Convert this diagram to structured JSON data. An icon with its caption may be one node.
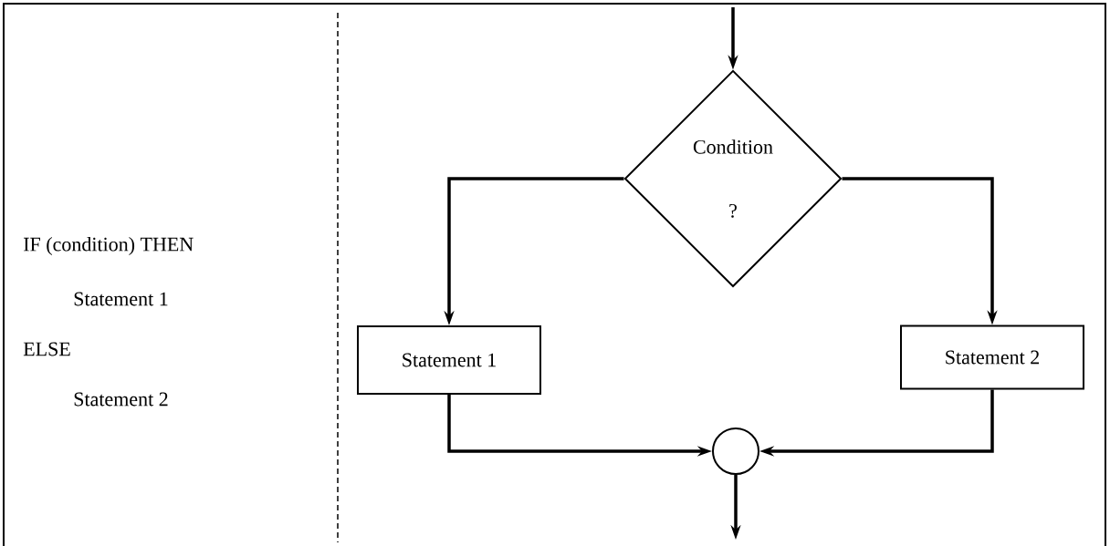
{
  "diagram": {
    "nodes": [
      {
        "text": [
          "Condition",
          "?"
        ]
      },
      {
        "text": [
          "Statement 1"
        ]
      },
      {
        "text": [
          "Statement 2"
        ]
      },
      {
        "text": [],
        "shape": "circle"
      }
    ],
    "edges": [
      {
        "from": null,
        "to": 0,
        "arrow": "to"
      },
      {
        "from": 0,
        "to": 1,
        "arrow": "to"
      },
      {
        "from": 0,
        "to": 2,
        "arrow": "to"
      },
      {
        "from": 1,
        "to": 3,
        "arrow": "to"
      },
      {
        "from": 2,
        "to": 3,
        "arrow": "to"
      },
      {
        "from": 3,
        "to": null,
        "arrow": "to"
      }
    ],
    "labels": [
      "IF  (condition) THEN",
      "Statement 1",
      "ELSE",
      "Statement 2"
    ]
  }
}
